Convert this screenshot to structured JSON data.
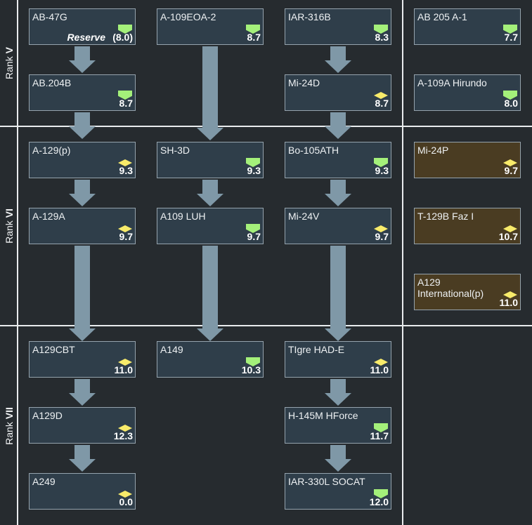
{
  "colors": {
    "researched_icon": "#a4f07a",
    "unresearched_icon": "#f8eb6a",
    "premium_card": "#4a3c22",
    "card": "#2f3e4a",
    "arrow": "#7f98a7"
  },
  "ranks": [
    {
      "prefix": "Rank ",
      "numeral": "V"
    },
    {
      "prefix": "Rank ",
      "numeral": "VI"
    },
    {
      "prefix": "Rank ",
      "numeral": "VII"
    }
  ],
  "vehicles": {
    "ab47g": {
      "name": "AB-47G",
      "status": "Reserve",
      "br": "(8.0)",
      "icon": "flag-icon"
    },
    "a109eoa2": {
      "name": "A-109EOA-2",
      "br": "8.7",
      "icon": "flag-icon"
    },
    "iar316b": {
      "name": "IAR-316B",
      "br": "8.3",
      "icon": "flag-icon"
    },
    "ab205a1": {
      "name": "AB 205 A-1",
      "br": "7.7",
      "icon": "flag-icon"
    },
    "ab204b": {
      "name": "AB.204B",
      "br": "8.7",
      "icon": "flag-icon"
    },
    "mi24d": {
      "name": "Mi-24D",
      "br": "8.7",
      "icon": "diamond-icon"
    },
    "a109a": {
      "name": "A-109A Hirundo",
      "br": "8.0",
      "icon": "flag-icon"
    },
    "a129p": {
      "name": "A-129(p)",
      "br": "9.3",
      "icon": "diamond-icon"
    },
    "sh3d": {
      "name": "SH-3D",
      "br": "9.3",
      "icon": "flag-icon"
    },
    "bo105ath": {
      "name": "Bo-105ATH",
      "br": "9.3",
      "icon": "flag-icon"
    },
    "mi24p": {
      "name": "Mi-24P",
      "br": "9.7",
      "icon": "diamond-icon"
    },
    "a129a": {
      "name": "A-129A",
      "br": "9.7",
      "icon": "diamond-icon"
    },
    "a109luh": {
      "name": "A109 LUH",
      "br": "9.7",
      "icon": "flag-icon"
    },
    "mi24v": {
      "name": "Mi-24V",
      "br": "9.7",
      "icon": "diamond-icon"
    },
    "t129b": {
      "name": "T-129B Faz I",
      "br": "10.7",
      "icon": "diamond-icon"
    },
    "a129intl": {
      "name": "A129 International(p)",
      "br": "11.0",
      "icon": "diamond-icon"
    },
    "a129cbt": {
      "name": "A129CBT",
      "br": "11.0",
      "icon": "diamond-icon"
    },
    "a149": {
      "name": "A149",
      "br": "10.3",
      "icon": "flag-icon"
    },
    "tigre": {
      "name": "TIgre HAD-E",
      "br": "11.0",
      "icon": "diamond-icon"
    },
    "a129d": {
      "name": "A129D",
      "br": "12.3",
      "icon": "diamond-icon"
    },
    "h145m": {
      "name": "H-145M HForce",
      "br": "11.7",
      "icon": "flag-icon"
    },
    "a249": {
      "name": "A249",
      "br": "0.0",
      "icon": "diamond-icon"
    },
    "iar330l": {
      "name": "IAR-330L SOCAT",
      "br": "12.0",
      "icon": "flag-icon"
    }
  }
}
